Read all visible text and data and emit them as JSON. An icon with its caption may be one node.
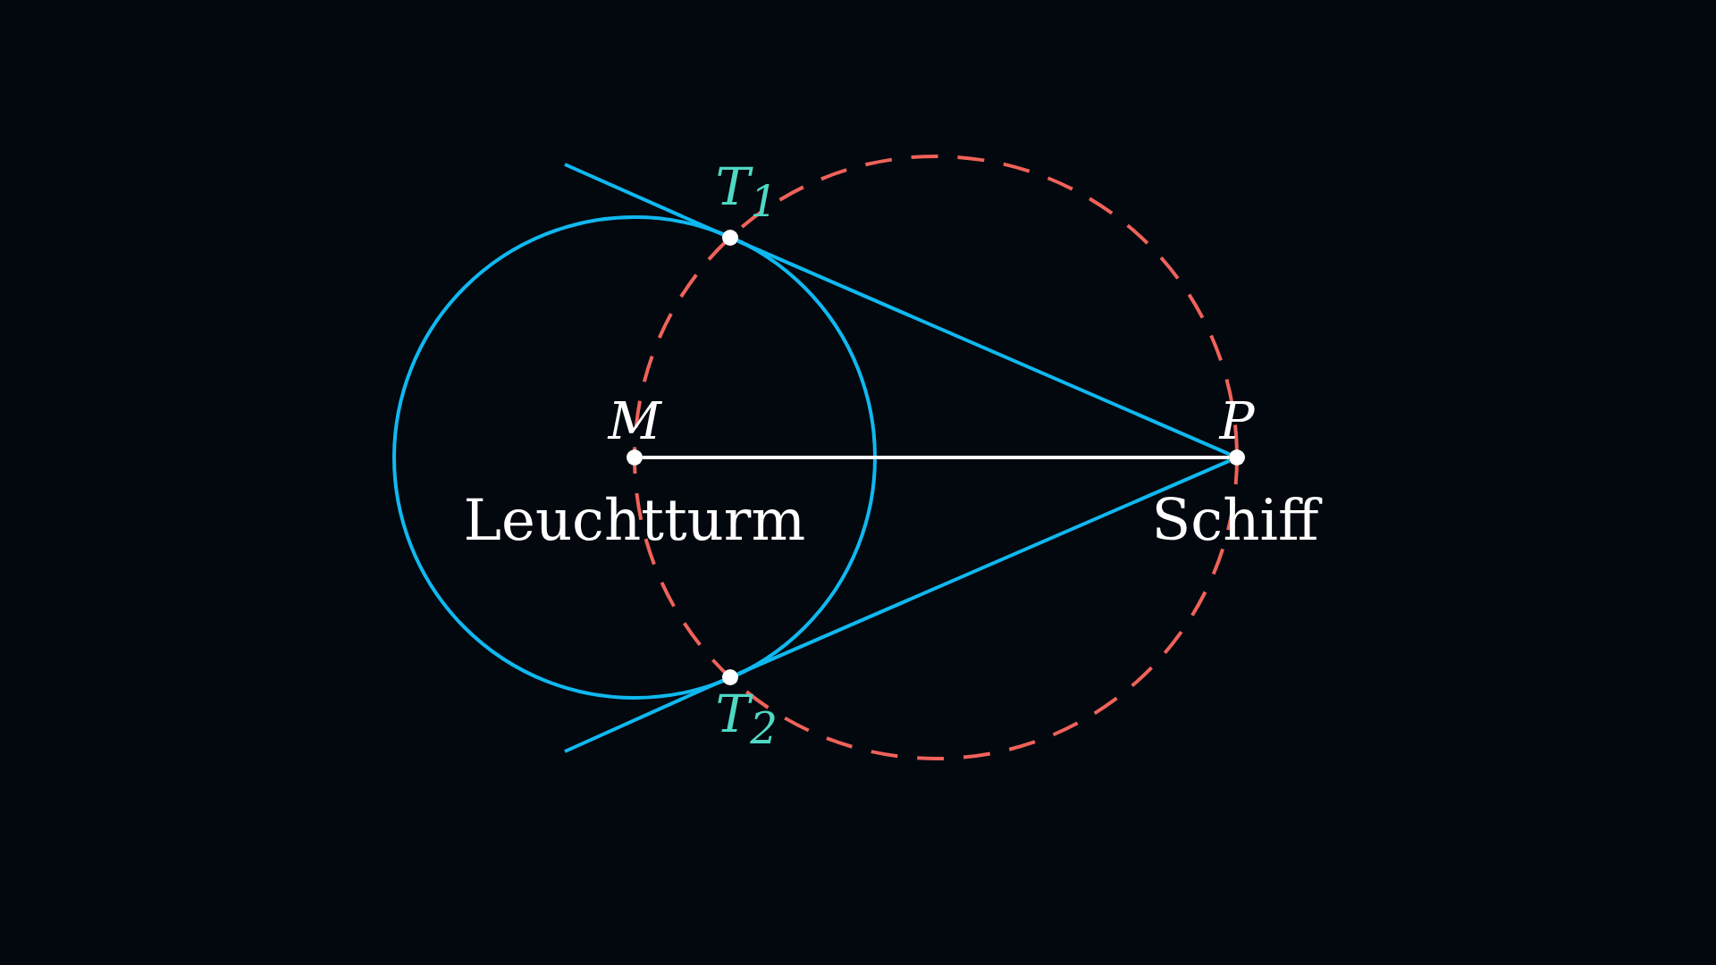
{
  "diagram": {
    "nodes": [
      {
        "text": [
          "M"
        ],
        "beside": [
          "Leuchtturm"
        ]
      },
      {
        "text": [
          "P"
        ],
        "beside": [
          "Schiff"
        ]
      },
      {
        "text": [
          "T$_{1}$"
        ]
      },
      {
        "text": [
          "T$_{2}$"
        ]
      }
    ],
    "edges": [
      {
        "from": 0,
        "to": 1,
        "arrow": "none",
        "color": "#ffffff"
      },
      {
        "from": 2,
        "to": 1,
        "arrow": "none"
      },
      {
        "from": 3,
        "to": 1,
        "arrow": "none"
      },
      {
        "from": null,
        "to": 2,
        "arrow": "none"
      },
      {
        "from": null,
        "to": 3,
        "arrow": "none"
      }
    ]
  }
}
